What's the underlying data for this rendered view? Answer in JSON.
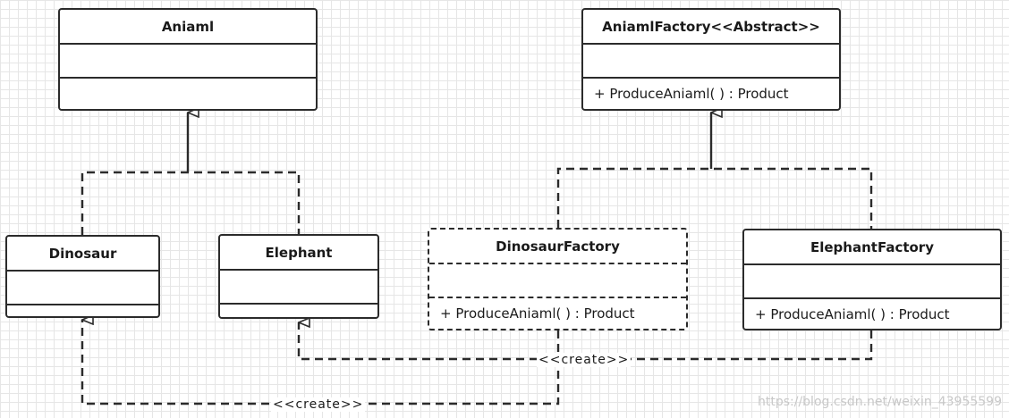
{
  "classes": {
    "animal": {
      "name": "Aniaml"
    },
    "animal_factory": {
      "name": "AniamlFactory<<Abstract>>",
      "operation": "+ ProduceAniaml( ) : Product"
    },
    "dinosaur": {
      "name": "Dinosaur"
    },
    "elephant": {
      "name": "Elephant"
    },
    "dinosaur_factory": {
      "name": "DinosaurFactory",
      "operation": "+ ProduceAniaml( ) : Product"
    },
    "elephant_factory": {
      "name": "ElephantFactory",
      "operation": "+ ProduceAniaml( ) : Product"
    }
  },
  "relations": {
    "create_upper": "<<create>>",
    "create_lower": "<<create>>"
  },
  "watermark": "https://blog.csdn.net/weixin_43955599"
}
